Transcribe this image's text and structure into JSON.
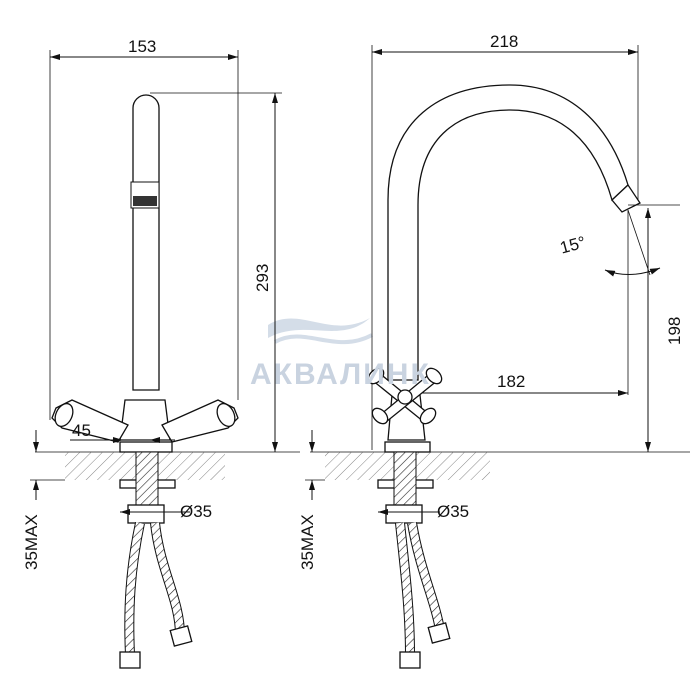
{
  "watermark": {
    "text": "АКВАЛИНК",
    "color": "#c9d3e0"
  },
  "left_view": {
    "width_dim": "153",
    "height_dim": "293",
    "handle_offset_dim": "45",
    "hole_dim": "Ø35",
    "counter_dim": "35MAX"
  },
  "right_view": {
    "width_dim": "218",
    "angle_dim": "15°",
    "spout_height_dim": "198",
    "reach_dim": "182",
    "hole_dim": "Ø35",
    "counter_dim": "35MAX"
  }
}
